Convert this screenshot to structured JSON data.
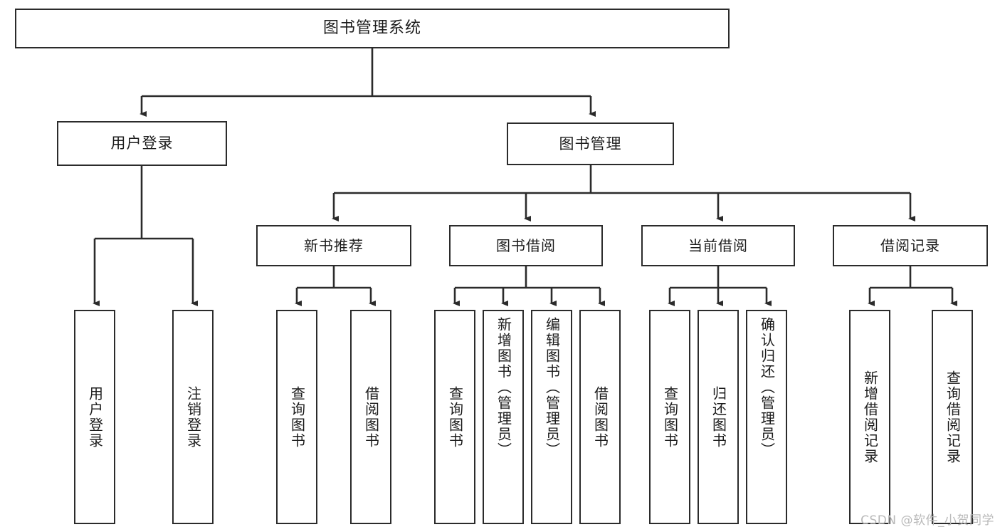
{
  "diagram": {
    "type": "tree",
    "title": "图书管理系统",
    "orientation": "top-down",
    "colors": {
      "box_border": "#2b2b2b",
      "box_fill": "#ffffff",
      "link": "#2b2b2b",
      "text": "#1b1b1b",
      "watermark": "#b9b9b9"
    }
  },
  "nodes": {
    "root": {
      "label": "图书管理系统"
    },
    "level2": [
      {
        "label": "用户登录"
      },
      {
        "label": "图书管理"
      }
    ],
    "level3": [
      {
        "label": "新书推荐"
      },
      {
        "label": "图书借阅"
      },
      {
        "label": "当前借阅"
      },
      {
        "label": "借阅记录"
      }
    ],
    "leaves": {
      "user_login": [
        {
          "label": "用户登录"
        },
        {
          "label": "注销登录"
        }
      ],
      "new_book_recommend": [
        {
          "label": "查询图书"
        },
        {
          "label": "借阅图书"
        }
      ],
      "book_borrow": [
        {
          "label": "查询图书"
        },
        {
          "label": "新增图书（管理员）"
        },
        {
          "label": "编辑图书（管理员）"
        },
        {
          "label": "借阅图书"
        }
      ],
      "current_borrow": [
        {
          "label": "查询图书"
        },
        {
          "label": "归还图书"
        },
        {
          "label": "确认归还（管理员）"
        }
      ],
      "borrow_record": [
        {
          "label": "新增借阅记录"
        },
        {
          "label": "查询借阅记录"
        }
      ]
    }
  },
  "watermark": {
    "text": "CSDN @软件_小贺同学"
  }
}
